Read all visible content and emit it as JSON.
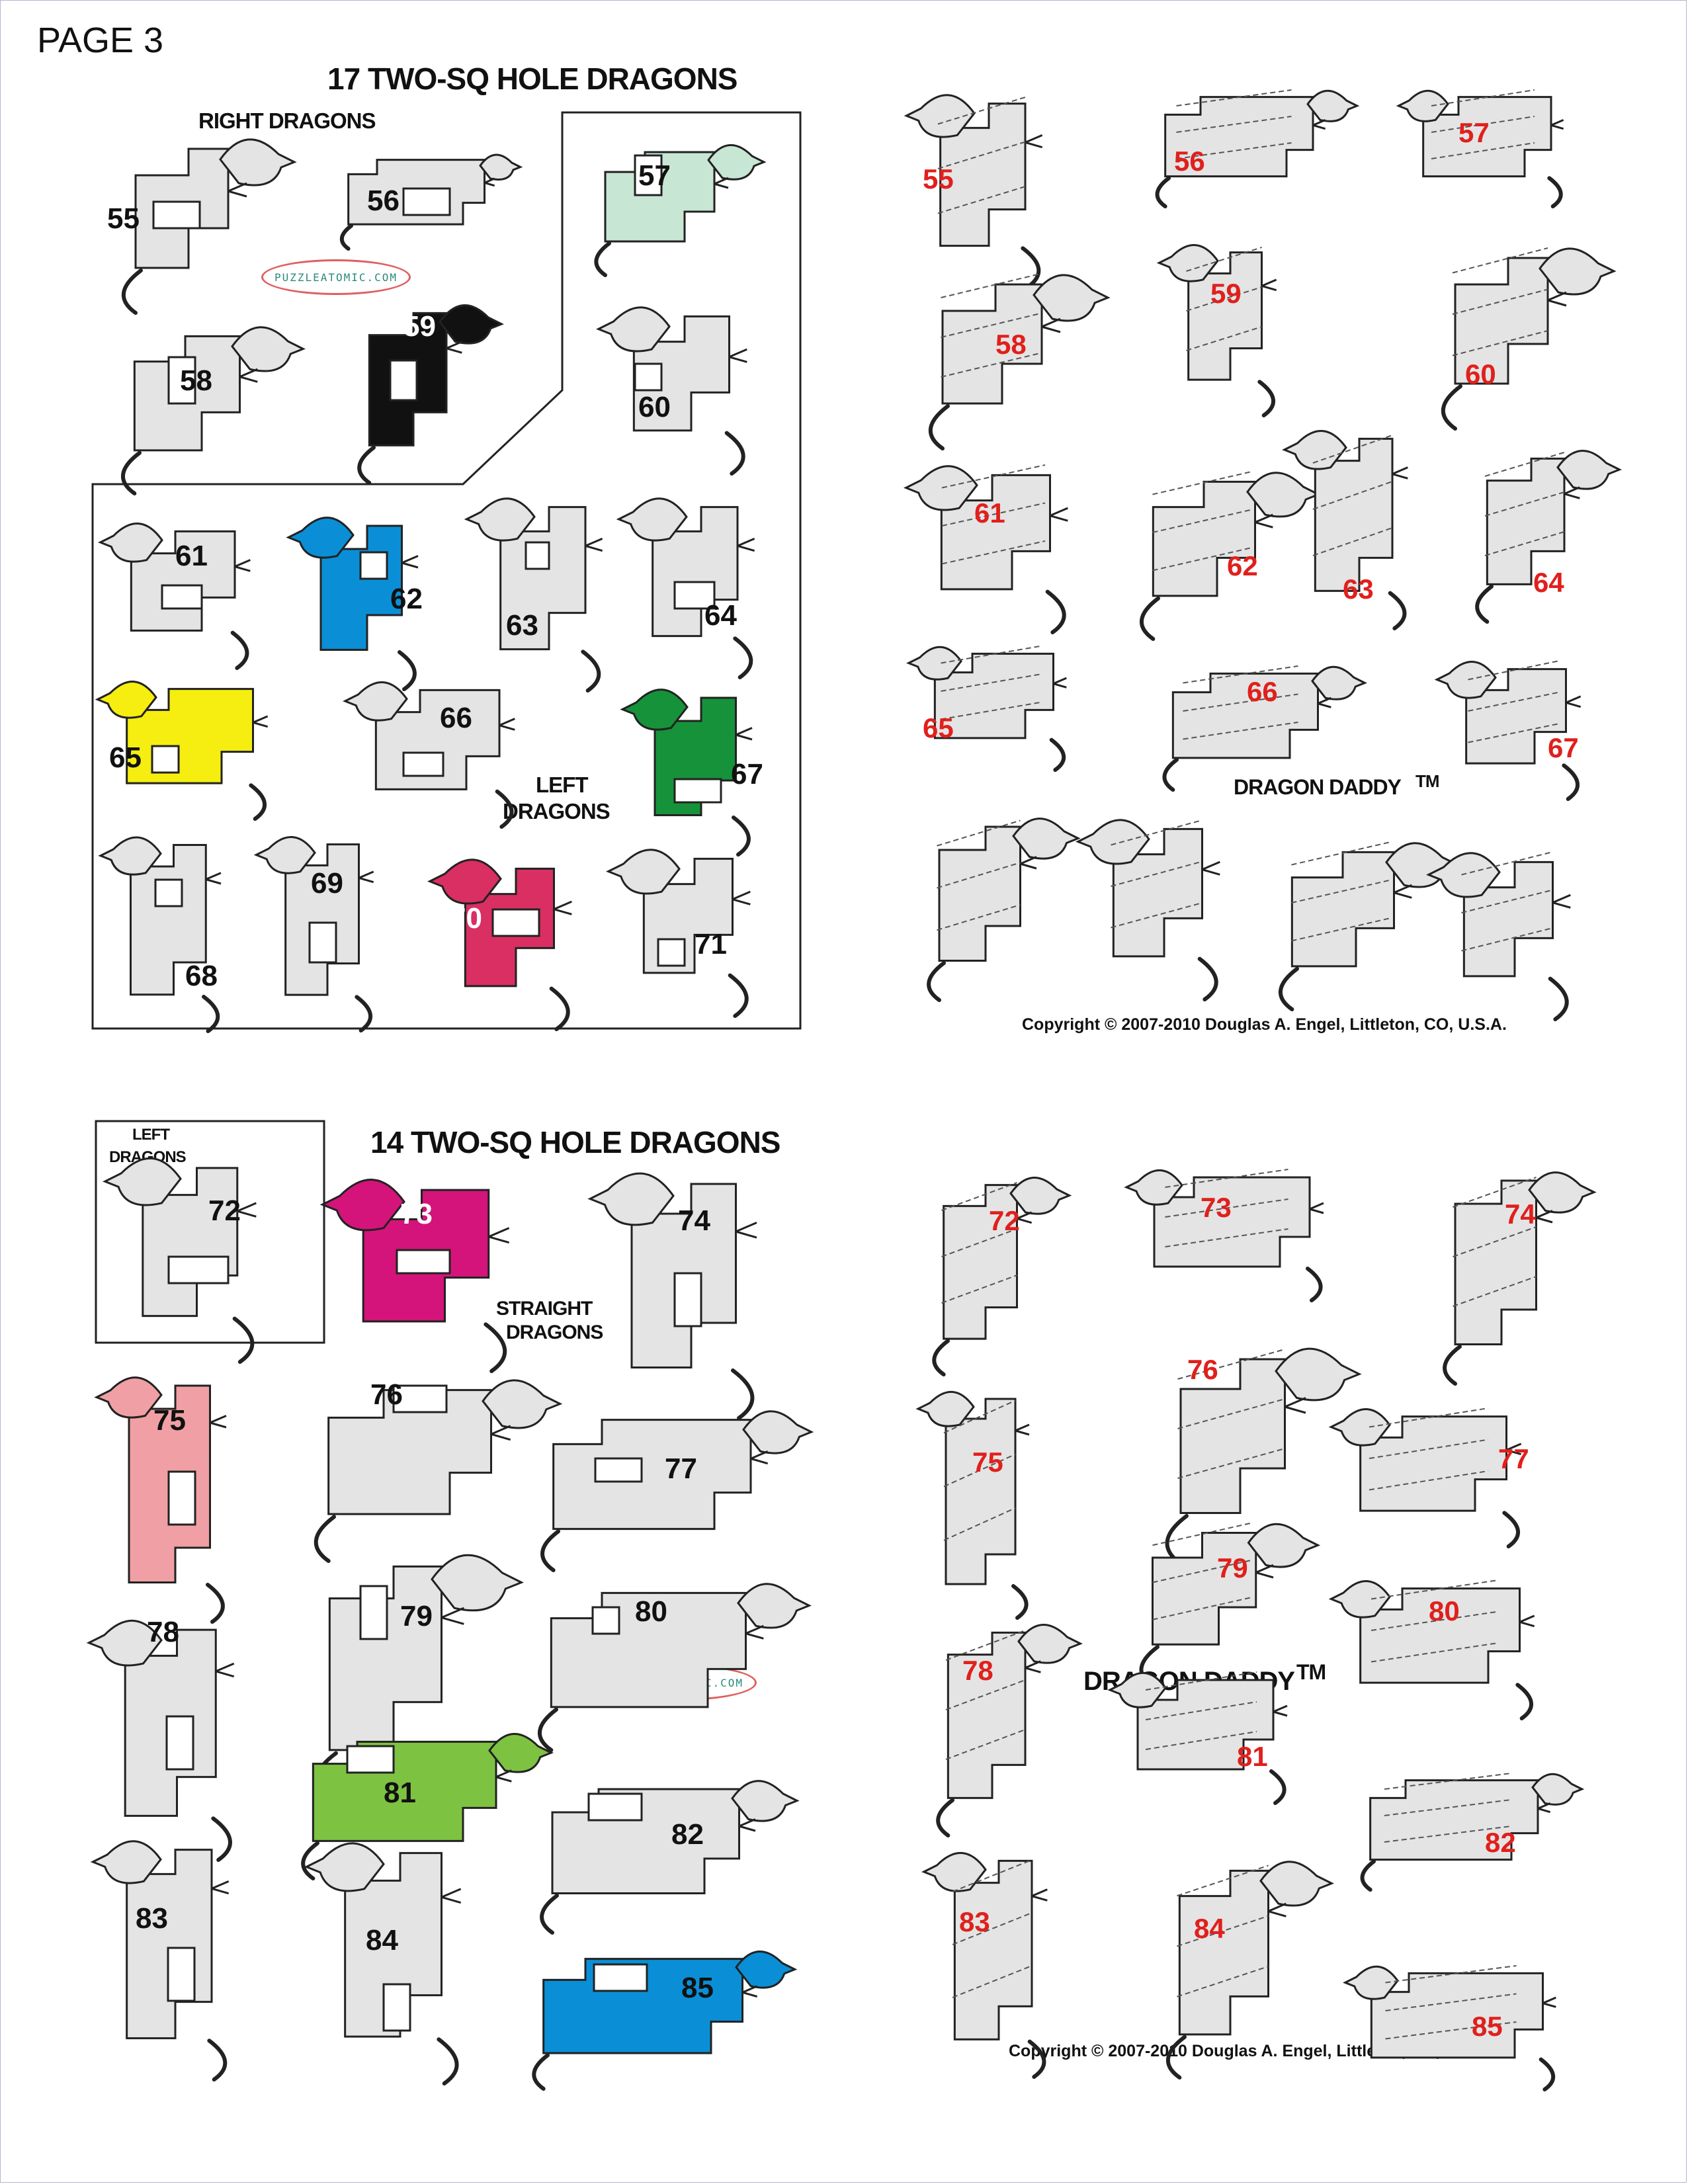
{
  "page_label": "PAGE 3",
  "top": {
    "title": "17 TWO-SQ HOLE DRAGONS",
    "right_label": "RIGHT DRAGONS",
    "left_label_1": "LEFT",
    "left_label_2": "DRAGONS",
    "daddy": "DRAGON DADDY",
    "tm": "TM",
    "copyright": "Copyright © 2007-2010 Douglas A. Engel, Littleton, CO, U.S.A.",
    "badge": "PUZZLEATOMIC.COM"
  },
  "bottom": {
    "title": "14 TWO-SQ HOLE DRAGONS",
    "left_box_label_1": "LEFT",
    "left_box_label_2": "DRAGONS",
    "straight_label_1": "STRAIGHT",
    "straight_label_2": "DRAGONS",
    "daddy": "DRAGON DADDY",
    "tm": "TM",
    "copyright": "Copyright © 2007-2010 Douglas A. Engel, Littleton, CO, U.S.A.",
    "badge": "PUZZLEATOMIC.COM"
  },
  "colors": {
    "gray": "#e4e4e4",
    "green_light": "#c8e6d4",
    "black": "#111111",
    "blue": "#0a8fd6",
    "yellow": "#f5ee10",
    "green": "#16923a",
    "crimson": "#d92f62",
    "magenta": "#d4147a",
    "pink": "#f0a0a4",
    "lime": "#7ec242",
    "red_number": "#e0201c"
  },
  "left_dragons": [
    {
      "number": "55",
      "color": "gray"
    },
    {
      "number": "56",
      "color": "gray"
    },
    {
      "number": "57",
      "color": "green_light"
    },
    {
      "number": "58",
      "color": "gray"
    },
    {
      "number": "59",
      "color": "black"
    },
    {
      "number": "60",
      "color": "gray"
    },
    {
      "number": "61",
      "color": "gray"
    },
    {
      "number": "62",
      "color": "blue"
    },
    {
      "number": "63",
      "color": "gray"
    },
    {
      "number": "64",
      "color": "gray"
    },
    {
      "number": "65",
      "color": "yellow"
    },
    {
      "number": "66",
      "color": "gray"
    },
    {
      "number": "67",
      "color": "green"
    },
    {
      "number": "68",
      "color": "gray"
    },
    {
      "number": "69",
      "color": "gray"
    },
    {
      "number": "70",
      "color": "crimson"
    },
    {
      "number": "71",
      "color": "gray"
    },
    {
      "number": "72",
      "color": "gray"
    },
    {
      "number": "73",
      "color": "magenta"
    },
    {
      "number": "74",
      "color": "gray"
    },
    {
      "number": "75",
      "color": "pink"
    },
    {
      "number": "76",
      "color": "gray"
    },
    {
      "number": "77",
      "color": "gray"
    },
    {
      "number": "78",
      "color": "gray"
    },
    {
      "number": "79",
      "color": "gray"
    },
    {
      "number": "80",
      "color": "gray"
    },
    {
      "number": "81",
      "color": "lime"
    },
    {
      "number": "82",
      "color": "gray"
    },
    {
      "number": "83",
      "color": "gray"
    },
    {
      "number": "84",
      "color": "gray"
    },
    {
      "number": "85",
      "color": "blue"
    }
  ],
  "right_solutions": [
    "55",
    "56",
    "57",
    "58",
    "59",
    "60",
    "61",
    "62",
    "63",
    "64",
    "65",
    "66",
    "67",
    "",
    "",
    "",
    "",
    "72",
    "73",
    "74",
    "75",
    "76",
    "77",
    "79",
    "80",
    "78",
    "81",
    "82",
    "83",
    "84",
    "85"
  ]
}
